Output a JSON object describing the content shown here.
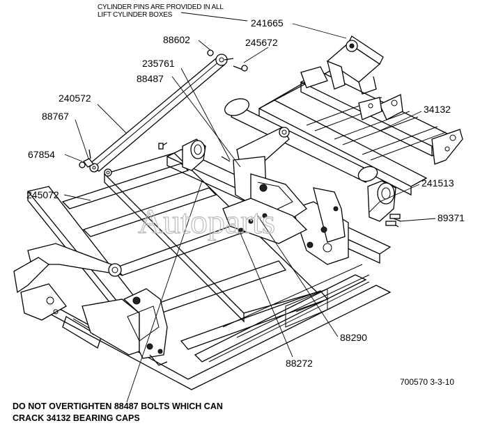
{
  "note": {
    "line1": "CYLINDER PINS ARE PROVIDED IN ALL",
    "line2": "LIFT CYLINDER BOXES"
  },
  "callouts": {
    "p241665": "241665",
    "p88602": "88602",
    "p245672": "245672",
    "p235761": "235761",
    "p88487": "88487",
    "p240572": "240572",
    "p34132": "34132",
    "p88767": "88767",
    "p67854": "67854",
    "p245072": "245072",
    "p241513": "241513",
    "p89371": "89371",
    "p88290": "88290",
    "p88272": "88272"
  },
  "watermark": "Autoparts",
  "drawing_number": "700570  3-3-10",
  "warning": {
    "line1": "DO NOT OVERTIGHTEN 88487 BOLTS WHICH CAN",
    "line2": "CRACK 34132 BEARING CAPS"
  }
}
